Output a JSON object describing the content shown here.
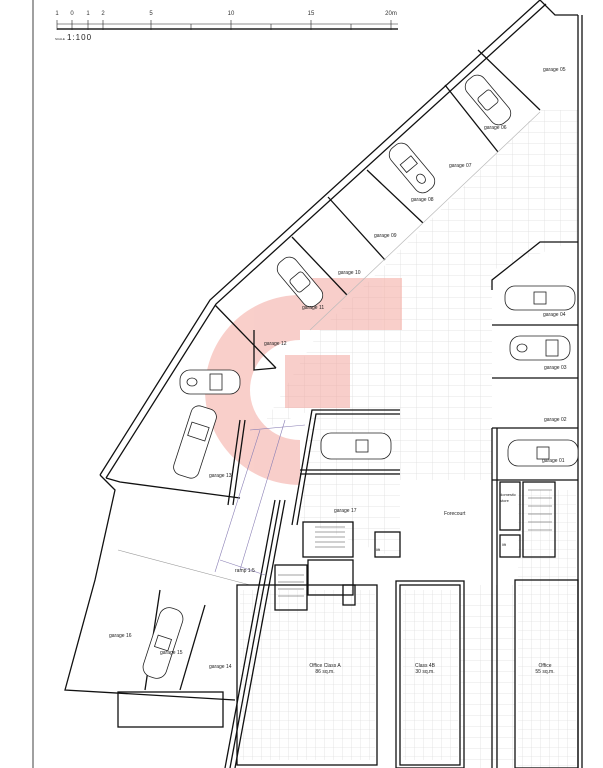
{
  "scale_bar": {
    "ticks": [
      "1",
      "0",
      "1",
      "2",
      "5",
      "10",
      "15",
      "20m"
    ],
    "scale_word": "SCALE",
    "scale_ratio": "1:100"
  },
  "garages": {
    "g01": "garage 01",
    "g02": "garage 02",
    "g03": "garage 03",
    "g04": "garage 04",
    "g05": "garage 05",
    "g06": "garage 06",
    "g07": "garage 07",
    "g08": "garage 08",
    "g09": "garage 09",
    "g10": "garage 10",
    "g11": "garage 11",
    "g12": "garage 12",
    "g13": "garage 13",
    "g14": "garage 14",
    "g15": "garage 15",
    "g16": "garage 16",
    "g17": "garage 17"
  },
  "rooms": {
    "forecourt": "Forecourt",
    "lift_left": "lift",
    "lift_right": "lift",
    "domestic_store": "domestic store",
    "ramp": "ramp 1:5",
    "office_a_name": "Office Class A",
    "office_a_area": "86 sq.m.",
    "class4b_name": "Class 4B",
    "class4b_area": "30 sq.m.",
    "office_name": "Office",
    "office_area": "55 sq.m."
  },
  "colors": {
    "wall": "#111111",
    "tile": "#d9d9d9",
    "logo": "#f4a79f",
    "ramp": "#8a7fb5"
  }
}
